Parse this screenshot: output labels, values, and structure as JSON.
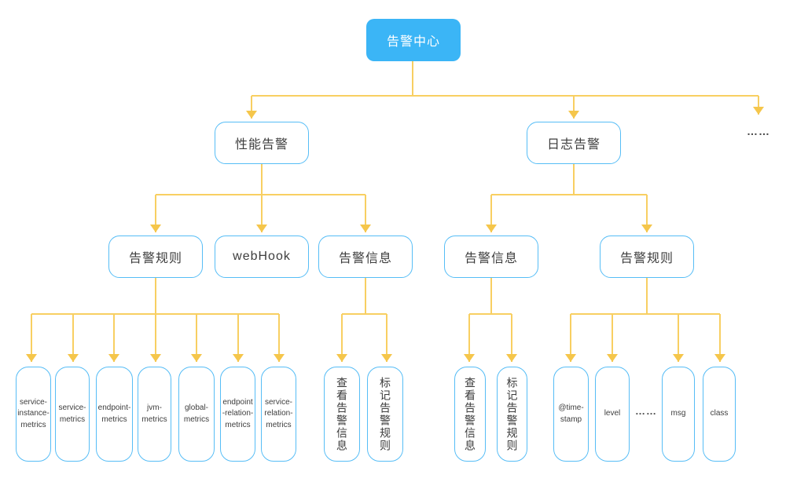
{
  "colors": {
    "root_fill": "#3BB5F6",
    "root_text": "#FFFFFF",
    "node_border": "#56BDF6",
    "node_text": "#3D3D3D",
    "connector": "#F8CF62",
    "arrowhead": "#F5C64B"
  },
  "nodes": {
    "root": "告警中心",
    "performance_alert": "性能告警",
    "log_alert": "日志告警",
    "more_top": "……",
    "perf_children": {
      "rules": "告警规则",
      "webhook": "webHook",
      "info": "告警信息"
    },
    "log_children": {
      "info": "告警信息",
      "rules": "告警规则"
    },
    "metric_leaves": [
      "service-instance-metrics",
      "service-metrics",
      "endpoint-metrics",
      "jvm-metrics",
      "global-metrics",
      "endpoint-relation-metrics",
      "service-relation-metrics"
    ],
    "perf_info_leaves": [
      "查看告警信息",
      "标记告警规则"
    ],
    "log_info_leaves": [
      "查看告警信息",
      "标记告警规则"
    ],
    "log_field_leaves": [
      "@time-stamp",
      "level",
      "msg",
      "class"
    ],
    "more_fields": "……"
  }
}
